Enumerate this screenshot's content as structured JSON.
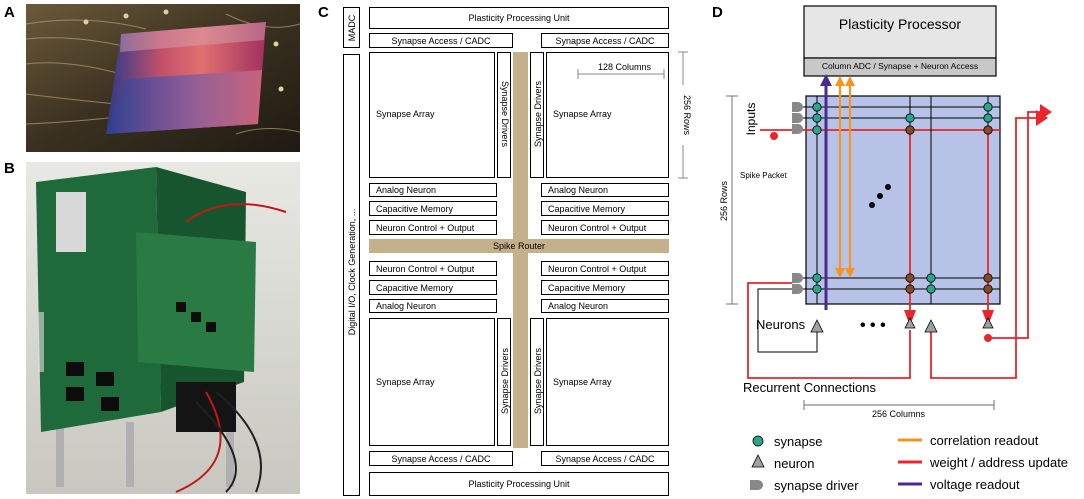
{
  "panels": {
    "a": "A",
    "b": "B",
    "c": "C",
    "d": "D"
  },
  "layout_c": {
    "madc": "MADC",
    "ppu": "Plasticity Processing Unit",
    "synapse_access": "Synapse Access / CADC",
    "digital_io": "Digital I/O, Clock Generation, ...",
    "synapse_array": "Synapse Array",
    "synapse_drivers": "Synapse Drivers",
    "columns": "128 Columns",
    "rows": "256 Rows",
    "analog_neuron": "Analog Neuron",
    "capacitive_memory": "Capacitive Memory",
    "neuron_control": "Neuron Control + Output",
    "spike_router": "Spike Router"
  },
  "schematic_d": {
    "processor_title": "Plasticity Processor",
    "processor_access": "Column ADC / Synapse + Neuron Access",
    "inputs": "Inputs",
    "rows": "256 Rows",
    "spike_packet": "Spike Packet",
    "neurons": "Neurons",
    "recurrent": "Recurrent Connections",
    "columns": "256 Columns",
    "ellipsis": "• • •"
  },
  "legend": {
    "synapse": "synapse",
    "neuron": "neuron",
    "synapse_driver": "synapse driver",
    "correlation": "correlation readout",
    "weight": "weight / address update",
    "voltage": "voltage readout"
  },
  "colors": {
    "synapse": "#2aa68a",
    "neuron": "#a0a0a0",
    "driver": "#888888",
    "correlation": "#f7941d",
    "weight": "#e8262b",
    "voltage": "#4b2a8c",
    "array_fill": "#b7c3e6",
    "router": "#c4b08a"
  }
}
